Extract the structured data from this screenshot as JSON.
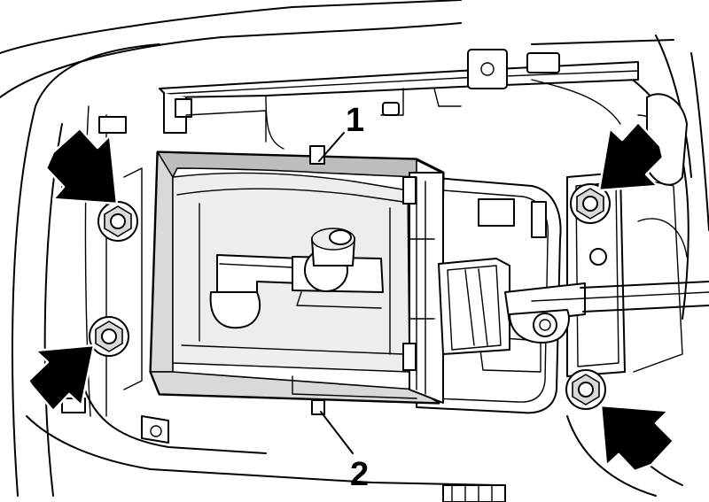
{
  "diagram": {
    "callouts": [
      {
        "id": "1",
        "label": "1"
      },
      {
        "id": "2",
        "label": "2"
      }
    ],
    "arrows": [
      {
        "id": "top-left",
        "points_to": "top-left-nut"
      },
      {
        "id": "bottom-left",
        "points_to": "bottom-left-nut"
      },
      {
        "id": "top-right",
        "points_to": "top-right-nut"
      },
      {
        "id": "bottom-right",
        "points_to": "bottom-right-nut"
      }
    ],
    "colors": {
      "ink": "#000000",
      "paper": "#ffffff",
      "shade": "#d9d9d9",
      "shade_light": "#ededed",
      "shade_dark": "#bdbdbd"
    }
  }
}
